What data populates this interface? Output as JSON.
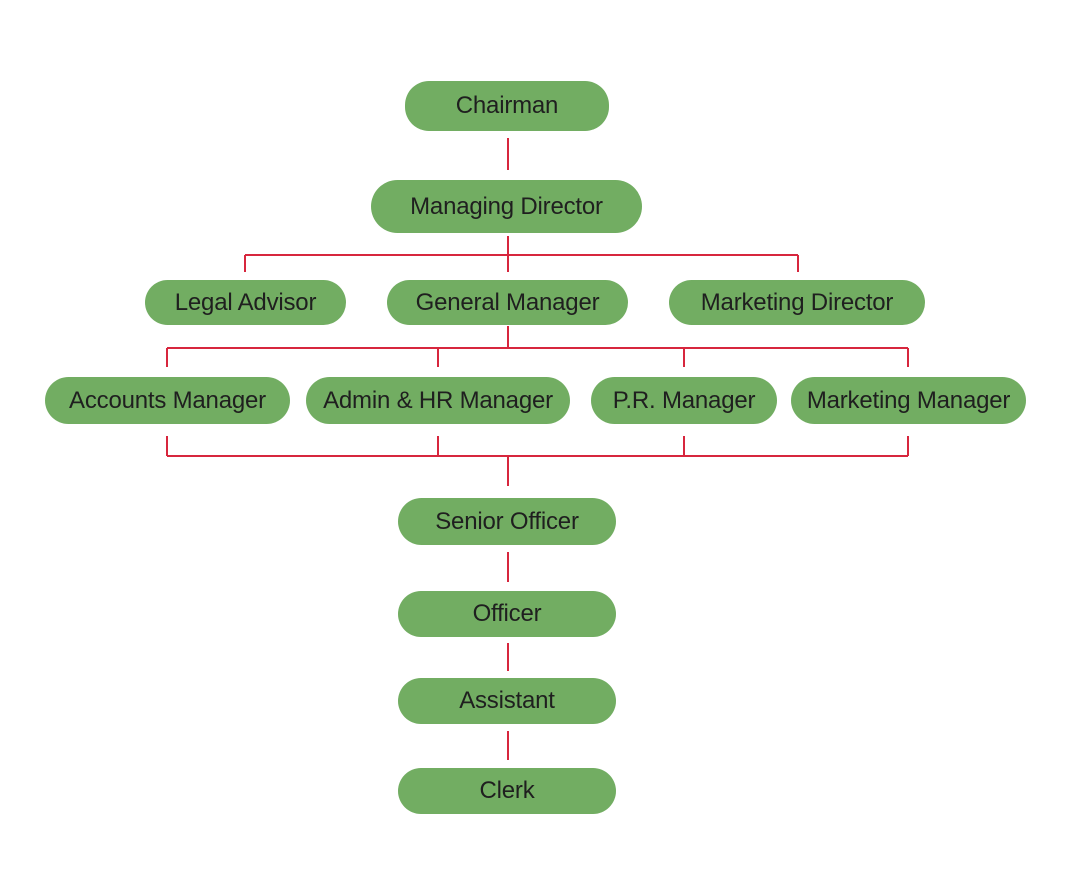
{
  "colors": {
    "node_fill": "#72ad62",
    "node_text": "#1f1f1f",
    "connector": "#d7263d"
  },
  "nodes": {
    "chairman": "Chairman",
    "managing_director": "Managing Director",
    "legal_advisor": "Legal Advisor",
    "general_manager": "General Manager",
    "marketing_director": "Marketing Director",
    "accounts_manager": "Accounts Manager",
    "admin_hr_manager": "Admin & HR Manager",
    "pr_manager": "P.R. Manager",
    "marketing_manager": "Marketing Manager",
    "senior_officer": "Senior Officer",
    "officer": "Officer",
    "assistant": "Assistant",
    "clerk": "Clerk"
  }
}
